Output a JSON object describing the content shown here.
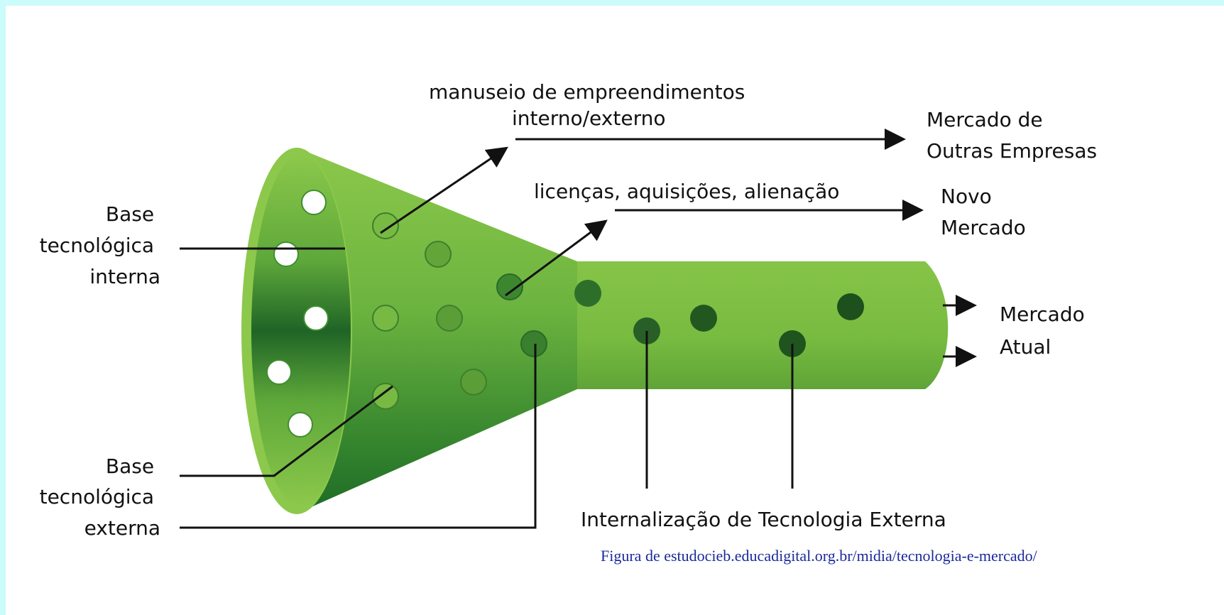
{
  "labels": {
    "internal_base": [
      "Base",
      "tecnológica",
      "interna"
    ],
    "external_base": [
      "Base",
      "tecnológica",
      "externa"
    ],
    "venturing": [
      "manuseio de empreendimentos",
      "interno/externo"
    ],
    "licensing": "licenças, aquisições, alienação",
    "other_firms_market": [
      "Mercado de",
      "Outras Empresas"
    ],
    "new_market": [
      "Novo",
      "Mercado"
    ],
    "current_market": [
      "Mercado",
      "Atual"
    ],
    "internalization": "Internalização de Tecnologia Externa"
  },
  "caption": "Figura de estudocieb.educadigital.org.br/midia/tecnologia-e-mercado/",
  "colors": {
    "page_border": "#ccfbfb",
    "funnel_light": "#8cc84b",
    "funnel_mid": "#5fae3a",
    "funnel_dark": "#1e6b26",
    "dot_dark": "#1f5a24",
    "caption": "#1a2a9a"
  }
}
